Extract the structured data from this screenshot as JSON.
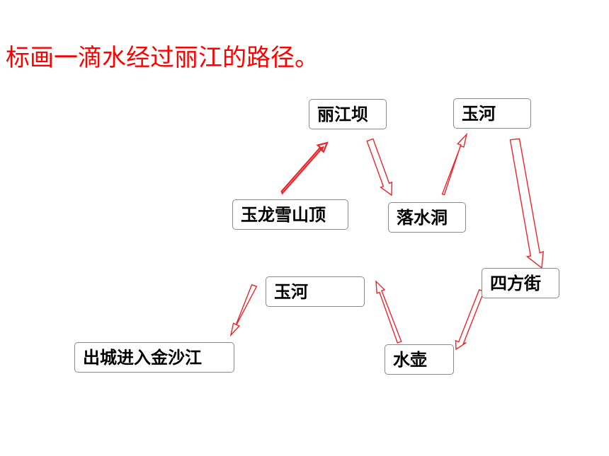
{
  "title": "标画一滴水经过丽江的路径。",
  "colors": {
    "title": "#ff0000",
    "arrow_outline": "#e8262b",
    "box_border": "#8a8a8a"
  },
  "nodes": {
    "lijiangba": "丽江坝",
    "yuhe_top": "玉河",
    "yulongxueshan": "玉龙雪山顶",
    "luoshuidong": "落水洞",
    "sifangjie": "四方街",
    "yuhe_mid": "玉河",
    "shuihu": "水壶",
    "chucheng": "出城进入金沙江"
  }
}
